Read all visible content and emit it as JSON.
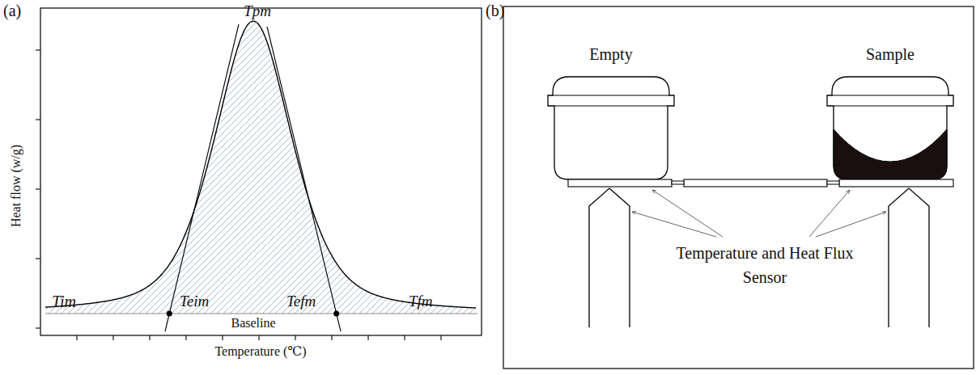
{
  "diagram": {
    "labels": [
      "(a)",
      "Tpm",
      "Tim",
      "Teim",
      "Tefm",
      "Tfm",
      "Baseline",
      "Heat flow (w/g)",
      "Temperature (℃)",
      "(b)",
      "Empty",
      "Sample",
      "Temperature and Heat Flux Sensor"
    ]
  }
}
